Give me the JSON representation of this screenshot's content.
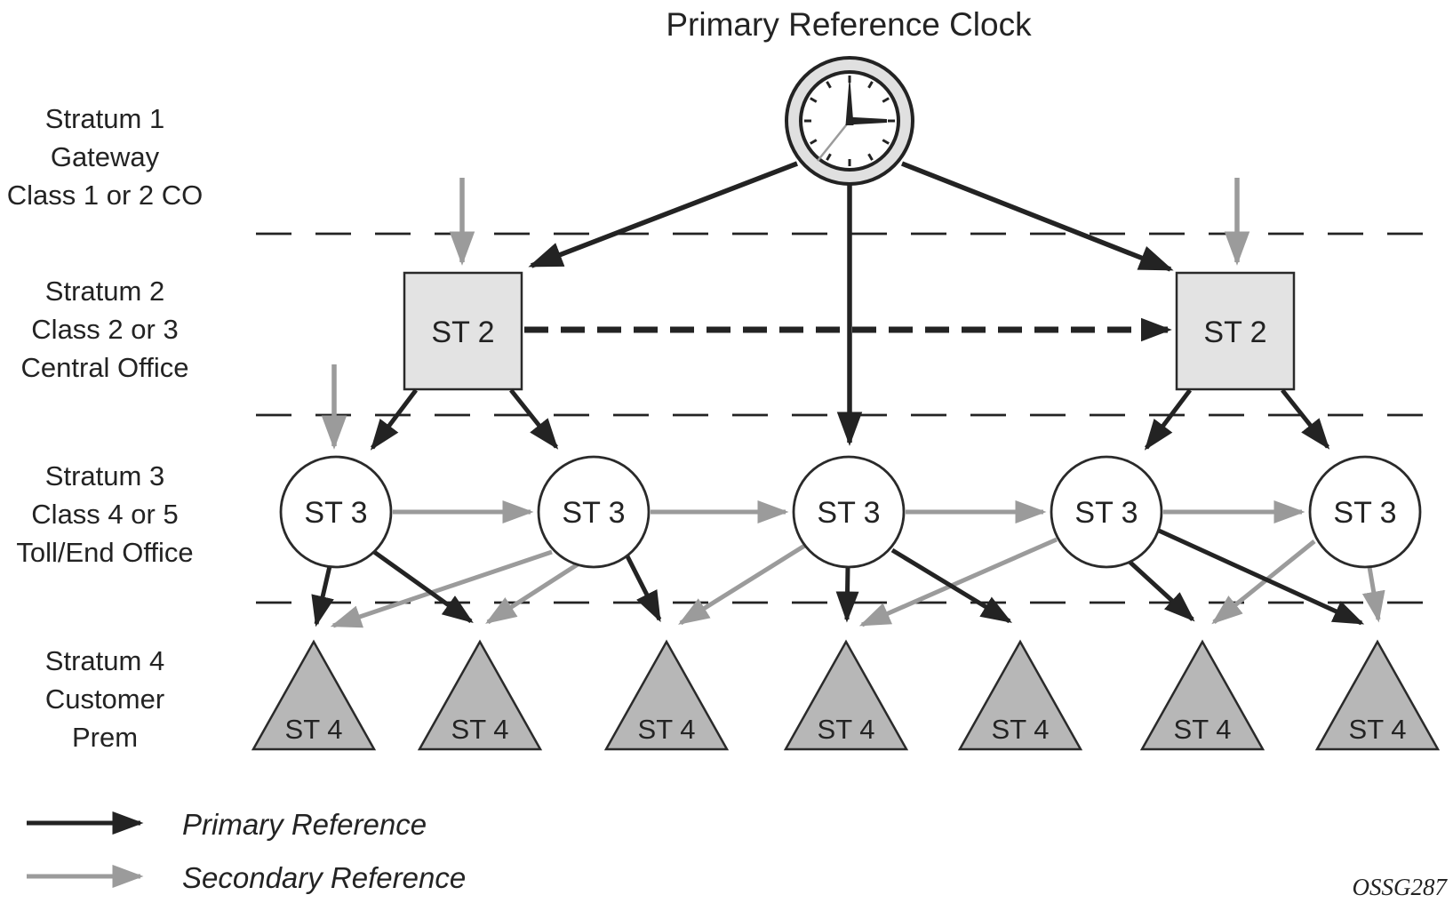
{
  "title": "Primary Reference Clock",
  "watermark": "OSSG287",
  "colors": {
    "primary_reference": "#232323",
    "secondary_reference": "#9b9b9b",
    "st2_fill": "#e3e3e3",
    "st4_fill": "#b7b7b7",
    "clock_ring_fill": "#e0e0e0"
  },
  "strata": [
    {
      "lines": [
        "Stratum 1",
        "Gateway",
        "Class 1 or 2 CO"
      ]
    },
    {
      "lines": [
        "Stratum 2",
        "Class 2 or 3",
        "Central Office"
      ]
    },
    {
      "lines": [
        "Stratum 3",
        "Class 4 or 5",
        "Toll/End Office"
      ]
    },
    {
      "lines": [
        "Stratum 4",
        "Customer",
        "Prem"
      ]
    }
  ],
  "node_labels": {
    "st2": "ST 2",
    "st3": "ST 3",
    "st4": "ST 4"
  },
  "node_counts": {
    "st2": 2,
    "st3": 5,
    "st4": 7
  },
  "edges": {
    "primary": [
      "PRC→ST2.1",
      "PRC→ST2.2",
      "PRC→ST3.3",
      "ST2.1⇢ST2.2 (dashed)",
      "ST2.1→ST3.1",
      "ST2.1→ST3.2",
      "ST2.2→ST3.4",
      "ST2.2→ST3.5",
      "ST3.1→ST4.1",
      "ST3.1→ST4.2",
      "ST3.2→ST4.3",
      "ST3.3→ST4.4",
      "ST3.3→ST4.5",
      "ST3.4→ST4.6",
      "ST3.4→ST4.7"
    ],
    "secondary": [
      "ext→ST2.1",
      "ext→ST2.2",
      "ext→ST3.1",
      "ST3.1→ST3.2",
      "ST3.2→ST3.3",
      "ST3.3→ST3.4",
      "ST3.4→ST3.5",
      "ST3.2→ST4.1",
      "ST3.2→ST4.2",
      "ST3.3→ST4.3",
      "ST3.4→ST4.4",
      "ST3.5→ST4.6",
      "ST3.5→ST4.7"
    ]
  },
  "clock": {
    "hour_hand": "3:00",
    "minute_hand": "12",
    "second_hand": "7:30"
  },
  "legend": {
    "items": [
      {
        "label": "Primary Reference",
        "color": "#232323"
      },
      {
        "label": "Secondary Reference",
        "color": "#9b9b9b"
      }
    ]
  }
}
